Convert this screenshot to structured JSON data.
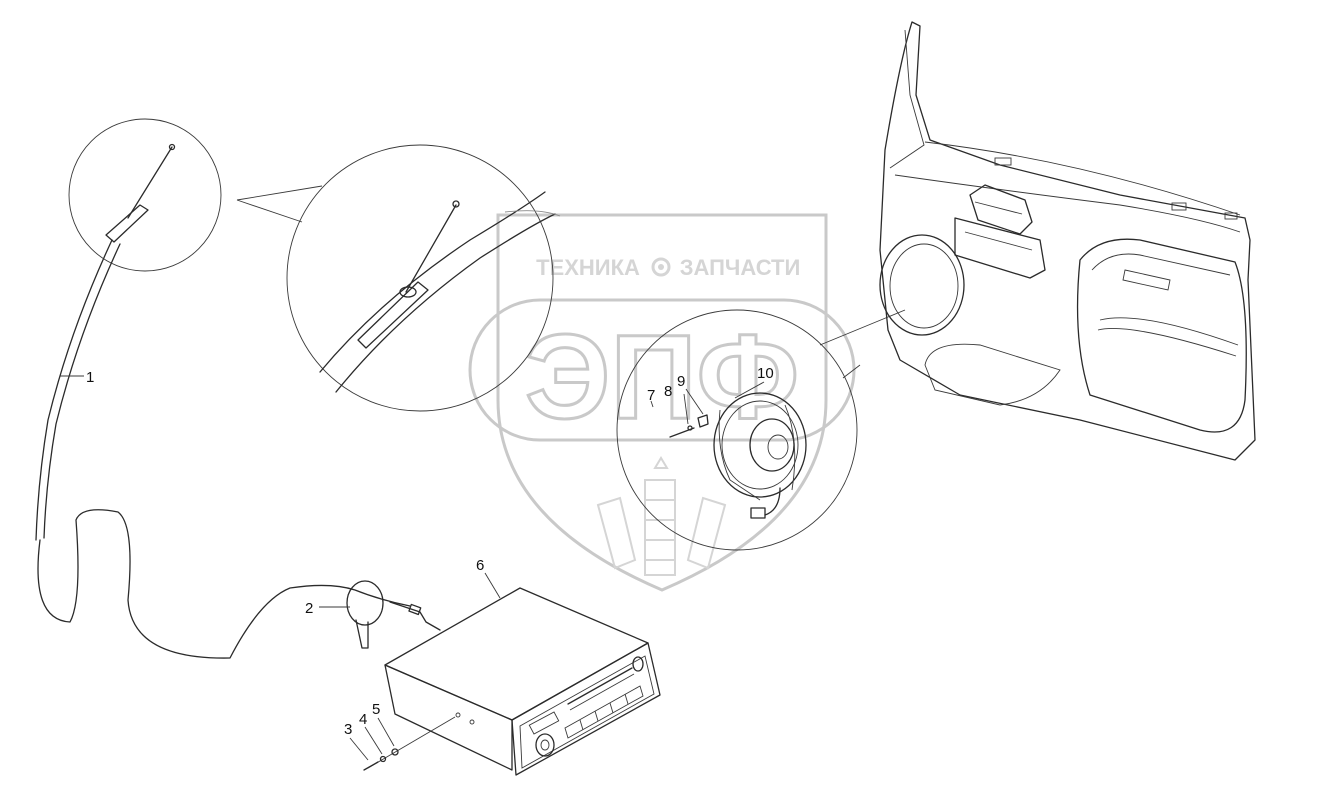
{
  "watermark": {
    "brand_letters": "ЭПФ",
    "text_left": "ТЕХНИКА",
    "text_right": "ЗАПЧАСТИ",
    "color": "#c9c9c9"
  },
  "parts": [
    {
      "id": "p1",
      "label": "1"
    },
    {
      "id": "p2",
      "label": "2"
    },
    {
      "id": "p3",
      "label": "3"
    },
    {
      "id": "p4",
      "label": "4"
    },
    {
      "id": "p5",
      "label": "5"
    },
    {
      "id": "p6",
      "label": "6"
    },
    {
      "id": "p7",
      "label": "7"
    },
    {
      "id": "p8",
      "label": "8"
    },
    {
      "id": "p9",
      "label": "9"
    },
    {
      "id": "p10",
      "label": "10"
    }
  ],
  "icons": {
    "gear": "gear-icon"
  }
}
